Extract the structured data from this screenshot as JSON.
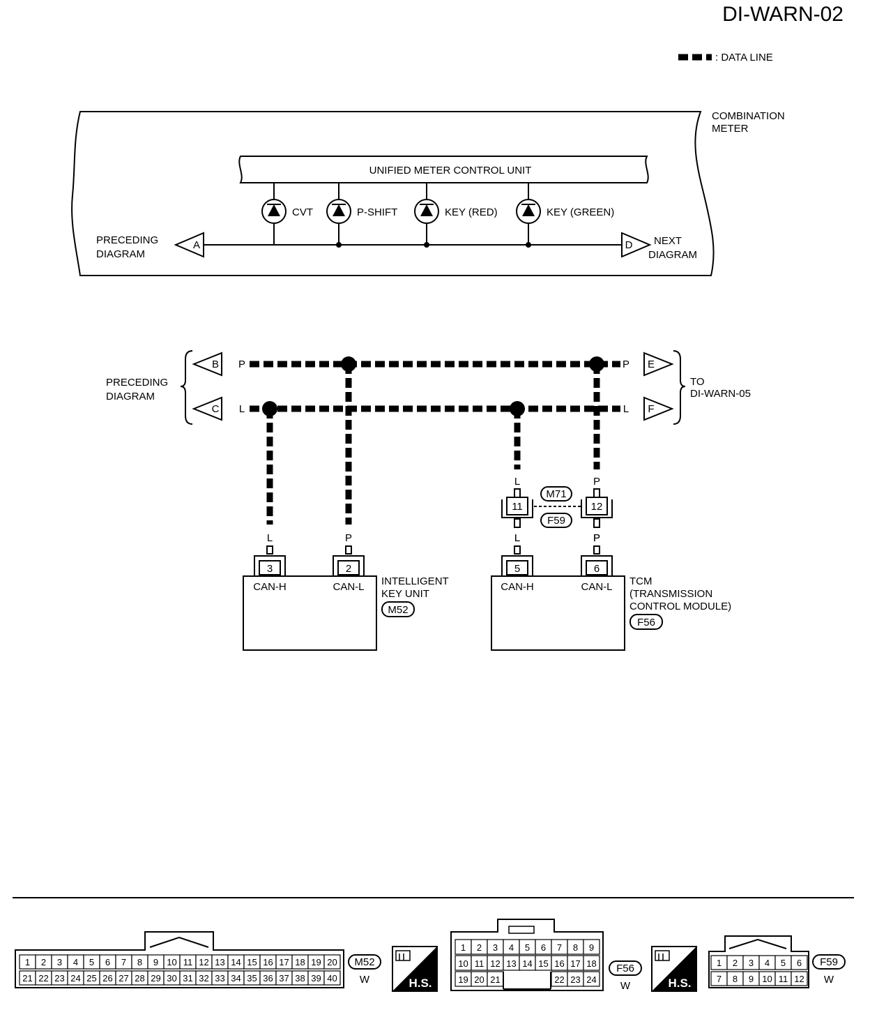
{
  "page_code": "DI-WARN-02",
  "legend": {
    "data_line_label": ": DATA LINE"
  },
  "meter": {
    "title": "COMBINATION\nMETER",
    "control_unit": "UNIFIED METER CONTROL UNIT",
    "indicators": [
      "CVT",
      "P-SHIFT",
      "KEY (RED)",
      "KEY (GREEN)"
    ],
    "left_connector": "A",
    "right_connector": "D",
    "left_text": "PRECEDING\nDIAGRAM",
    "right_text": "NEXT\nDIAGRAM"
  },
  "can_bus": {
    "left_text": "PRECEDING\nDIAGRAM",
    "right_text": "TO\nDI-WARN-05",
    "connectors": {
      "b": "B",
      "c": "C",
      "e": "E",
      "f": "F"
    },
    "wire_colors": {
      "p": "P",
      "l": "L"
    },
    "joint_connector": {
      "upper": "M71",
      "lower": "F59",
      "pin_l": "11",
      "pin_p": "12"
    }
  },
  "units": [
    {
      "name": "INTELLIGENT\nKEY UNIT",
      "connector": "M52",
      "pins": [
        "3",
        "2"
      ],
      "labels": [
        "CAN-H",
        "CAN-L"
      ]
    },
    {
      "name": "TCM\n(TRANSMISSION\nCONTROL MODULE)",
      "connector": "F56",
      "pins": [
        "5",
        "6"
      ],
      "labels": [
        "CAN-H",
        "CAN-L"
      ]
    }
  ],
  "connector_views": {
    "m52": {
      "id": "M52",
      "color": "W",
      "row1": [
        "1",
        "2",
        "3",
        "4",
        "5",
        "6",
        "7",
        "8",
        "9",
        "10",
        "11",
        "12",
        "13",
        "14",
        "15",
        "16",
        "17",
        "18",
        "19",
        "20"
      ],
      "row2": [
        "21",
        "22",
        "23",
        "24",
        "25",
        "26",
        "27",
        "28",
        "29",
        "30",
        "31",
        "32",
        "33",
        "34",
        "35",
        "36",
        "37",
        "38",
        "39",
        "40"
      ]
    },
    "hs_label": "H.S.",
    "f56": {
      "id": "F56",
      "color": "W",
      "row1": [
        "1",
        "2",
        "3",
        "4",
        "5",
        "6",
        "7",
        "8",
        "9"
      ],
      "row2": [
        "10",
        "11",
        "12",
        "13",
        "14",
        "15",
        "16",
        "17",
        "18"
      ],
      "row3_left": [
        "19",
        "20",
        "21"
      ],
      "row3_right": [
        "22",
        "23",
        "24"
      ]
    },
    "f59": {
      "id": "F59",
      "color": "W",
      "row1": [
        "1",
        "2",
        "3",
        "4",
        "5",
        "6"
      ],
      "row2": [
        "7",
        "8",
        "9",
        "10",
        "11",
        "12"
      ]
    }
  }
}
